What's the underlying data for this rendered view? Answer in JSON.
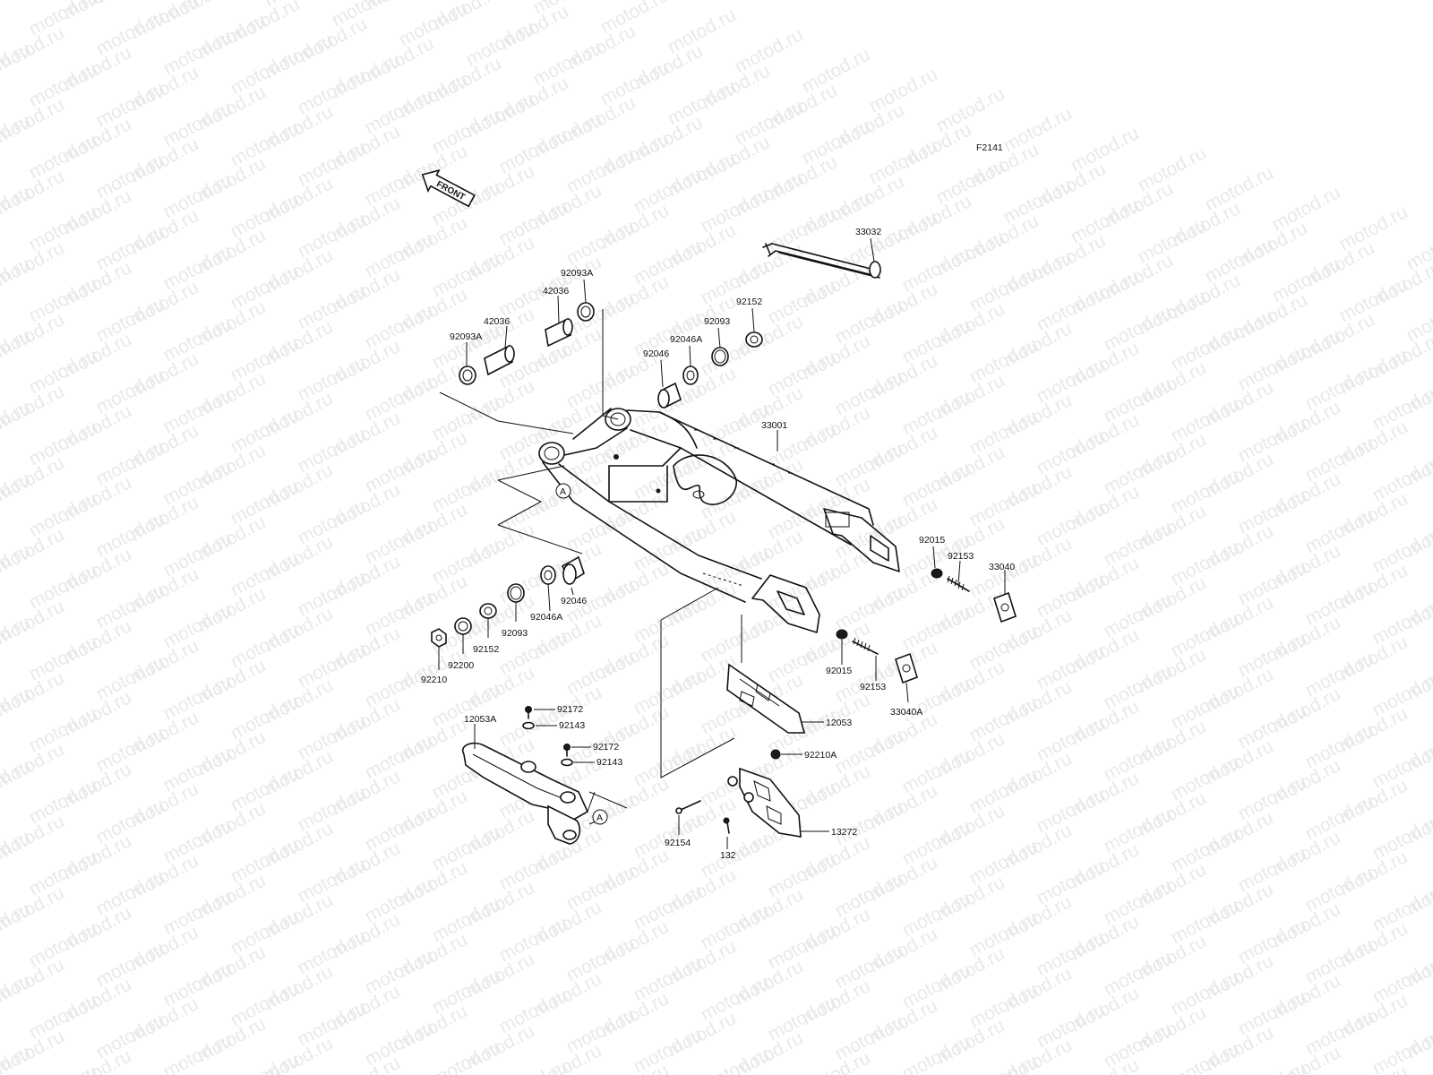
{
  "diagram": {
    "code": "F2141",
    "watermark": "motod.ru",
    "front_label": "FRONT",
    "callout_letter": "A",
    "parts": {
      "p33032": "33032",
      "p92152a": "92152",
      "p92093a": "92093",
      "p92046Aa": "92046A",
      "p92046a": "92046",
      "p92093Aa": "92093A",
      "p42036a": "42036",
      "p42036b": "42036",
      "p92093Ab": "92093A",
      "p33001": "33001",
      "p92015a": "92015",
      "p92153a": "92153",
      "p33040": "33040",
      "p92046b": "92046",
      "p92046Ab": "92046A",
      "p92093b": "92093",
      "p92152b": "92152",
      "p92200": "92200",
      "p92210": "92210",
      "p92015b": "92015",
      "p92153b": "92153",
      "p33040A": "33040A",
      "p12053": "12053",
      "p92172a": "92172",
      "p92143a": "92143",
      "p12053A": "12053A",
      "p92172b": "92172",
      "p92143b": "92143",
      "p92210A": "92210A",
      "p13272": "13272",
      "p92154": "92154",
      "p132": "132"
    }
  }
}
